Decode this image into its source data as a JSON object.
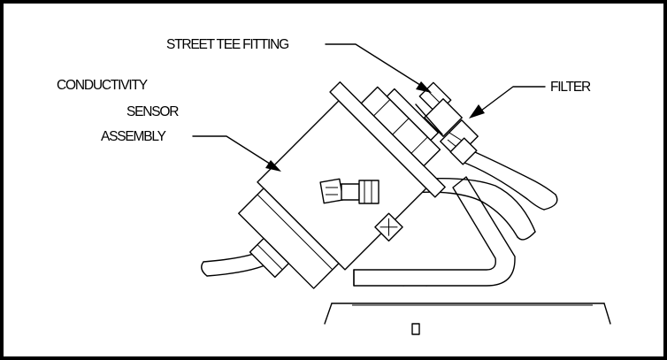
{
  "diagram": {
    "labels": {
      "street_tee": "STREET TEE FITTING",
      "filter": "FILTER",
      "sensor_line1": "CONDUCTIVITY",
      "sensor_line2": "SENSOR",
      "sensor_line3": "ASSEMBLY"
    },
    "colors": {
      "ink": "#000000",
      "background": "#ffffff"
    }
  }
}
